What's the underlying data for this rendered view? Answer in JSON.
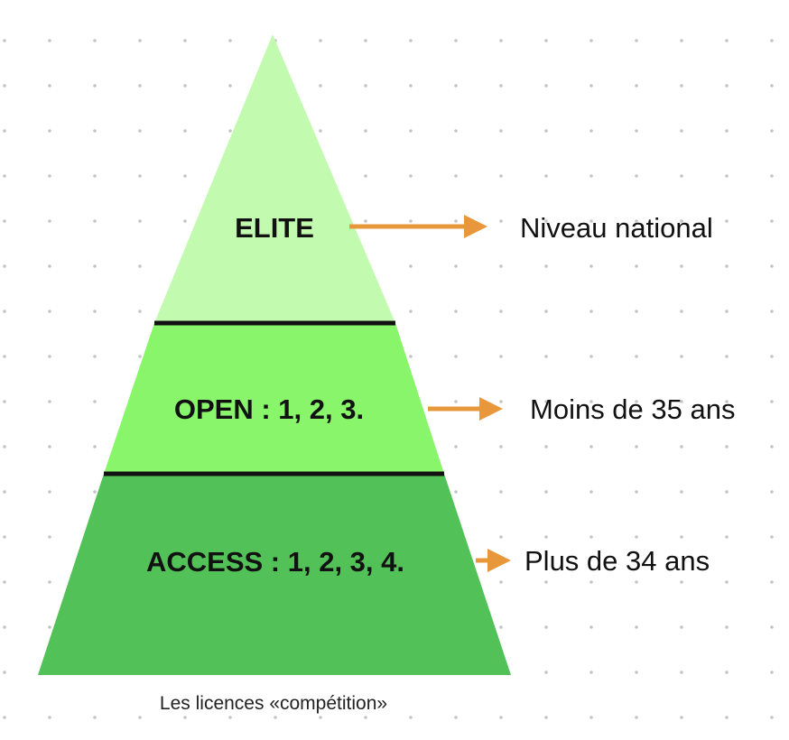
{
  "colors": {
    "tier_elite": "#c2fbb0",
    "tier_open": "#88f56a",
    "tier_access": "#52c157",
    "arrow": "#e8973a",
    "separator": "#111111",
    "dot": "#c4c4c4"
  },
  "tiers": [
    {
      "label": "ELITE",
      "description": "Niveau national"
    },
    {
      "label": "OPEN : 1, 2, 3.",
      "description": "Moins de 35 ans"
    },
    {
      "label": "ACCESS : 1, 2, 3, 4.",
      "description": "Plus de 34 ans"
    }
  ],
  "caption": "Les licences «compétition»"
}
